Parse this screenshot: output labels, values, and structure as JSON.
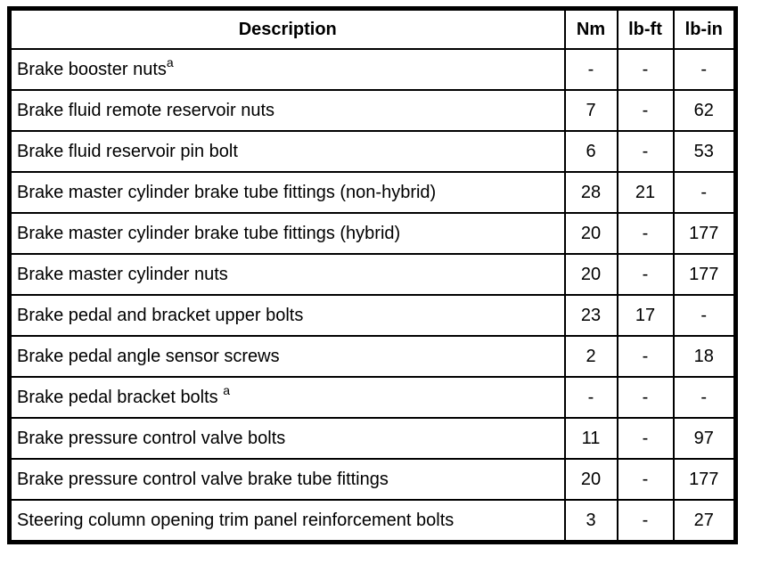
{
  "table": {
    "headers": {
      "description": "Description",
      "nm": "Nm",
      "lbft": "lb-ft",
      "lbin": "lb-in"
    },
    "rows": [
      {
        "description": "Brake booster nuts",
        "sup": "a",
        "nm": "-",
        "lbft": "-",
        "lbin": "-"
      },
      {
        "description": "Brake fluid remote reservoir nuts",
        "nm": "7",
        "lbft": "-",
        "lbin": "62"
      },
      {
        "description": "Brake fluid reservoir pin bolt",
        "nm": "6",
        "lbft": "-",
        "lbin": "53"
      },
      {
        "description": "Brake master cylinder brake tube fittings (non-hybrid)",
        "nm": "28",
        "lbft": "21",
        "lbin": "-"
      },
      {
        "description": "Brake master cylinder brake tube fittings (hybrid)",
        "nm": "20",
        "lbft": "-",
        "lbin": "177"
      },
      {
        "description": "Brake master cylinder nuts",
        "nm": "20",
        "lbft": "-",
        "lbin": "177"
      },
      {
        "description": "Brake pedal and bracket upper bolts",
        "nm": "23",
        "lbft": "17",
        "lbin": "-"
      },
      {
        "description": "Brake pedal angle sensor screws",
        "nm": "2",
        "lbft": "-",
        "lbin": "18"
      },
      {
        "description": "Brake pedal bracket bolts ",
        "sup": "a",
        "nm": "-",
        "lbft": "-",
        "lbin": "-"
      },
      {
        "description": "Brake pressure control valve bolts",
        "nm": "11",
        "lbft": "-",
        "lbin": "97"
      },
      {
        "description": "Brake pressure control valve brake tube fittings",
        "nm": "20",
        "lbft": "-",
        "lbin": "177"
      },
      {
        "description": "Steering column opening trim panel reinforcement bolts",
        "nm": "3",
        "lbft": "-",
        "lbin": "27"
      }
    ],
    "colors": {
      "border": "#000000",
      "background": "#ffffff",
      "text": "#000000"
    }
  }
}
